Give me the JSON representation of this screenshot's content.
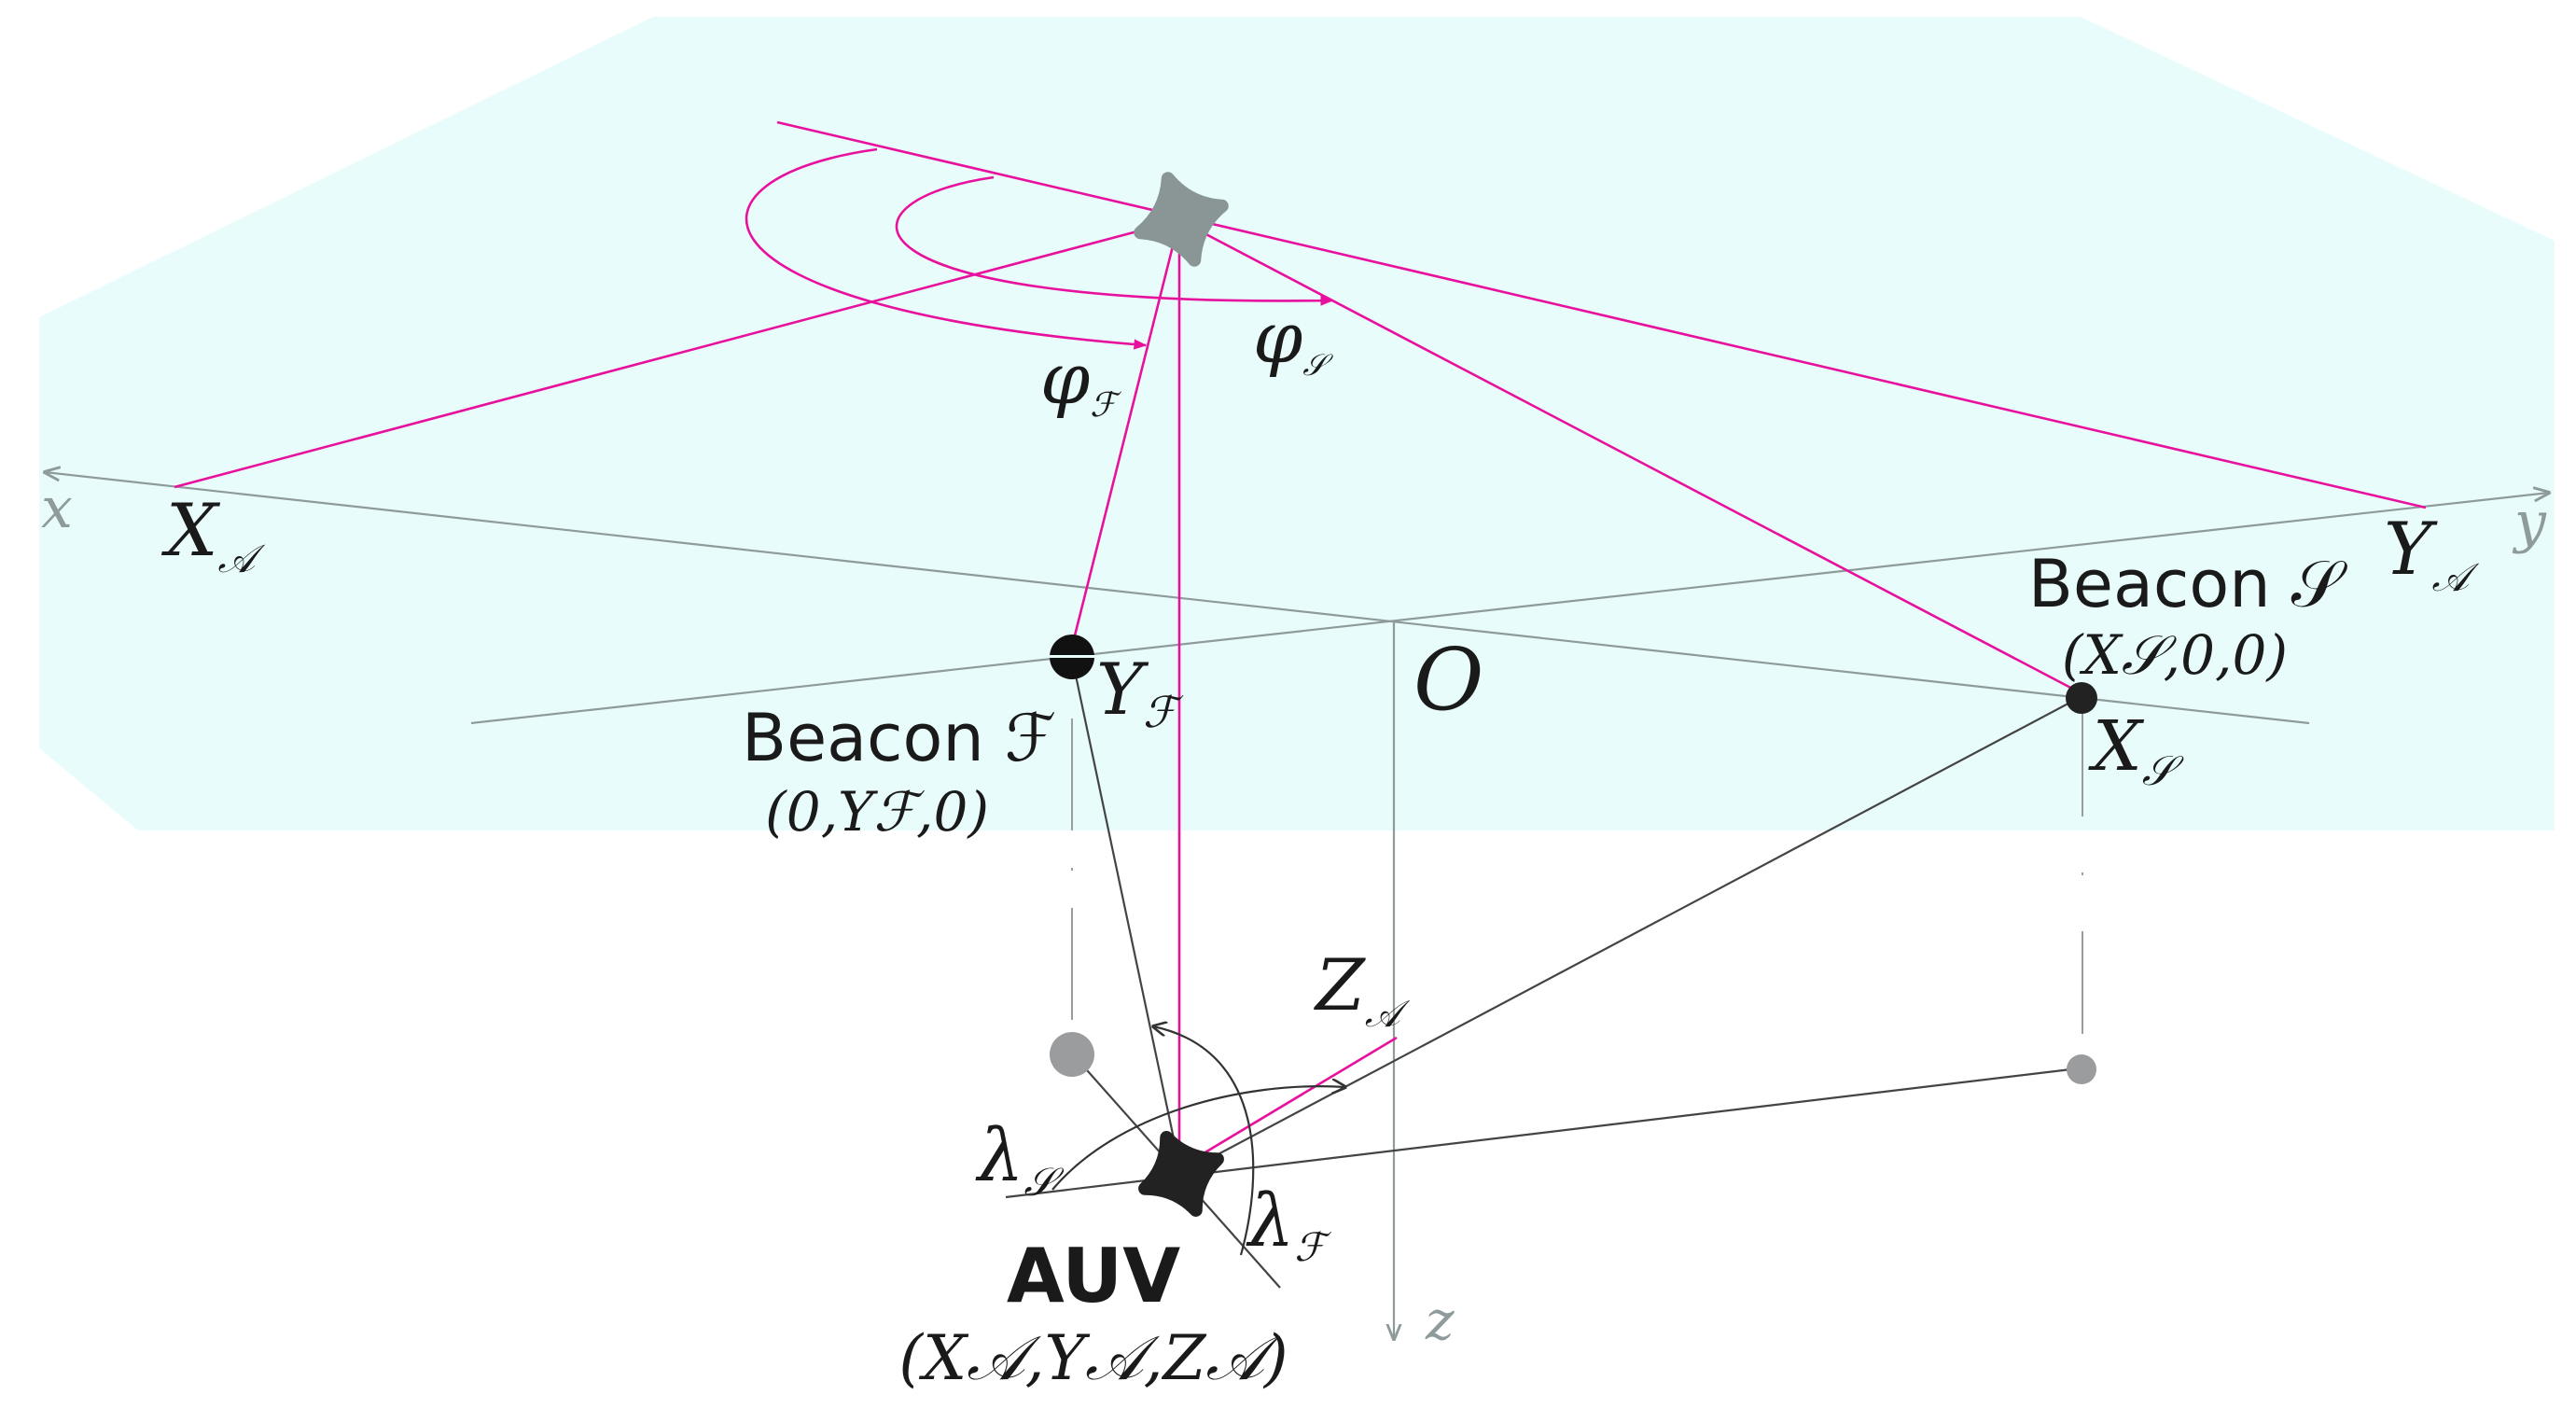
{
  "colors": {
    "surface": "#e8fdfb",
    "magenta": "#e8119e",
    "axis": "#8f9a9a",
    "dark": "#333333",
    "ghost": "#9a9c9e",
    "buoy": "#8a9596",
    "auv": "#222222",
    "text": "#1a1a1a"
  },
  "axes": {
    "x_label": "x",
    "y_label": "y",
    "z_label": "z",
    "origin_label": "O"
  },
  "surface_labels": {
    "x_a": {
      "main": "X",
      "sub": "𝒜"
    },
    "y_a": {
      "main": "Y",
      "sub": "𝒜"
    },
    "z_a": {
      "main": "Z",
      "sub": "𝒜"
    }
  },
  "angles": {
    "phi_f": {
      "main": "φ",
      "sub": "ℱ"
    },
    "phi_s": {
      "main": "φ",
      "sub": "𝒮"
    },
    "lambda_s": {
      "main": "λ",
      "sub": "𝒮"
    },
    "lambda_f": {
      "main": "λ",
      "sub": "ℱ"
    }
  },
  "beacon_f": {
    "title": "Beacon ℱ",
    "coords": "(0,Yℱ,0)",
    "axis_label": {
      "main": "Y",
      "sub": "ℱ"
    }
  },
  "beacon_s": {
    "title": "Beacon 𝒮",
    "coords": "(X𝒮,0,0)",
    "axis_label": {
      "main": "X",
      "sub": "𝒮"
    }
  },
  "auv": {
    "title": "AUV",
    "coords": "(X𝒜,Y𝒜,Z𝒜)"
  }
}
